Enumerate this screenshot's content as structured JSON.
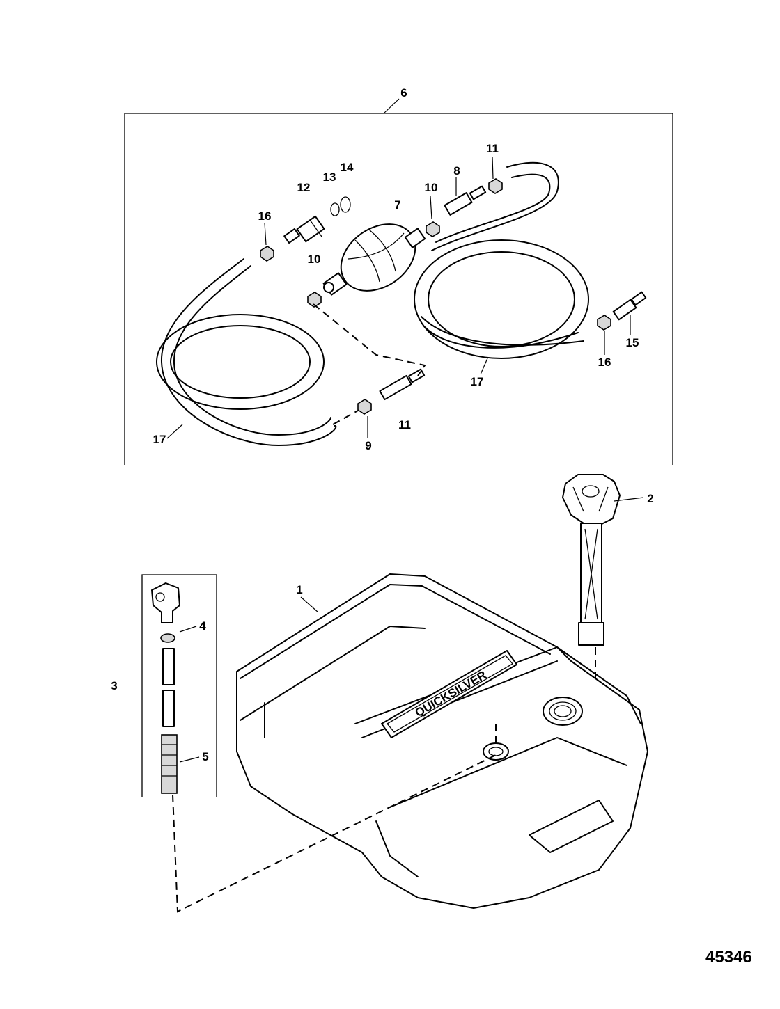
{
  "figure_number": "45346",
  "callouts": {
    "c6": "6",
    "c11a": "11",
    "c8": "8",
    "c14": "14",
    "c13": "13",
    "c12": "12",
    "c10a": "10",
    "c7": "7",
    "c16a": "16",
    "c10b": "10",
    "c15": "15",
    "c16b": "16",
    "c17a": "17",
    "c17b": "17",
    "c11b": "11",
    "c9": "9",
    "c2": "2",
    "c1": "1",
    "c4": "4",
    "c3": "3",
    "c5": "5"
  },
  "tank_brand": "QUICKSILVER"
}
